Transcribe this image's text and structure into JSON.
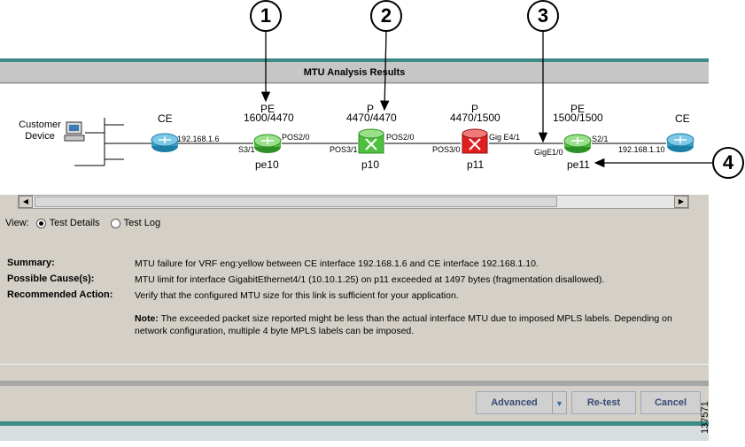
{
  "callouts": [
    "1",
    "2",
    "3",
    "4"
  ],
  "window": {
    "title": "MTU Analysis Results"
  },
  "topology": {
    "customer_device_label": "Customer\nDevice",
    "nodes": [
      {
        "role": "CE",
        "mtu": "",
        "name": "",
        "color": "#3aa0c8"
      },
      {
        "role": "PE",
        "mtu": "1600/4470",
        "name": "pe10",
        "color": "#4fbf3f"
      },
      {
        "role": "P",
        "mtu": "4470/4470",
        "name": "p10",
        "color": "#4fbf3f"
      },
      {
        "role": "P",
        "mtu": "4470/1500",
        "name": "p11",
        "color": "#e02020"
      },
      {
        "role": "PE",
        "mtu": "1500/1500",
        "name": "pe11",
        "color": "#4fbf3f"
      },
      {
        "role": "CE",
        "mtu": "",
        "name": "",
        "color": "#3aa0c8"
      }
    ],
    "interfaces": {
      "ce_left_ip": "192.168.1.6",
      "pe10_left": "S3/1",
      "pe10_right": "POS2/0",
      "p10_left": "POS3/1",
      "p10_right": "POS2/0",
      "p11_left": "POS3/0",
      "p11_right": "Gig E4/1",
      "pe11_left": "GigE1/0",
      "pe11_right": "S2/1",
      "ce_right_ip": "192.168.1.10"
    }
  },
  "view": {
    "label": "View:",
    "option_details": "Test Details",
    "option_log": "Test Log",
    "selected": "Test Details"
  },
  "details": {
    "summary_label": "Summary:",
    "summary": "MTU failure for VRF eng:yellow between CE interface 192.168.1.6 and CE interface 192.168.1.10.",
    "cause_label": "Possible Cause(s):",
    "cause": "MTU limit for interface GigabitEthernet4/1 (10.10.1.25) on p11 exceeded at 1497 bytes (fragmentation disallowed).",
    "action_label": "Recommended Action:",
    "action": "Verify that the configured MTU size for this link is sufficient for your application.",
    "note_label": "Note:",
    "note": "The exceeded packet size reported might be less than the actual interface MTU due to imposed MPLS labels. Depending on network configuration, multiple 4 byte MPLS labels can be imposed."
  },
  "buttons": {
    "advanced": "Advanced",
    "retest": "Re-test",
    "cancel": "Cancel"
  },
  "figure_number": "137571",
  "colors": {
    "accent_teal": "#3e8a86",
    "button_text": "#364a73",
    "panel_gray": "#d4d0c8"
  }
}
